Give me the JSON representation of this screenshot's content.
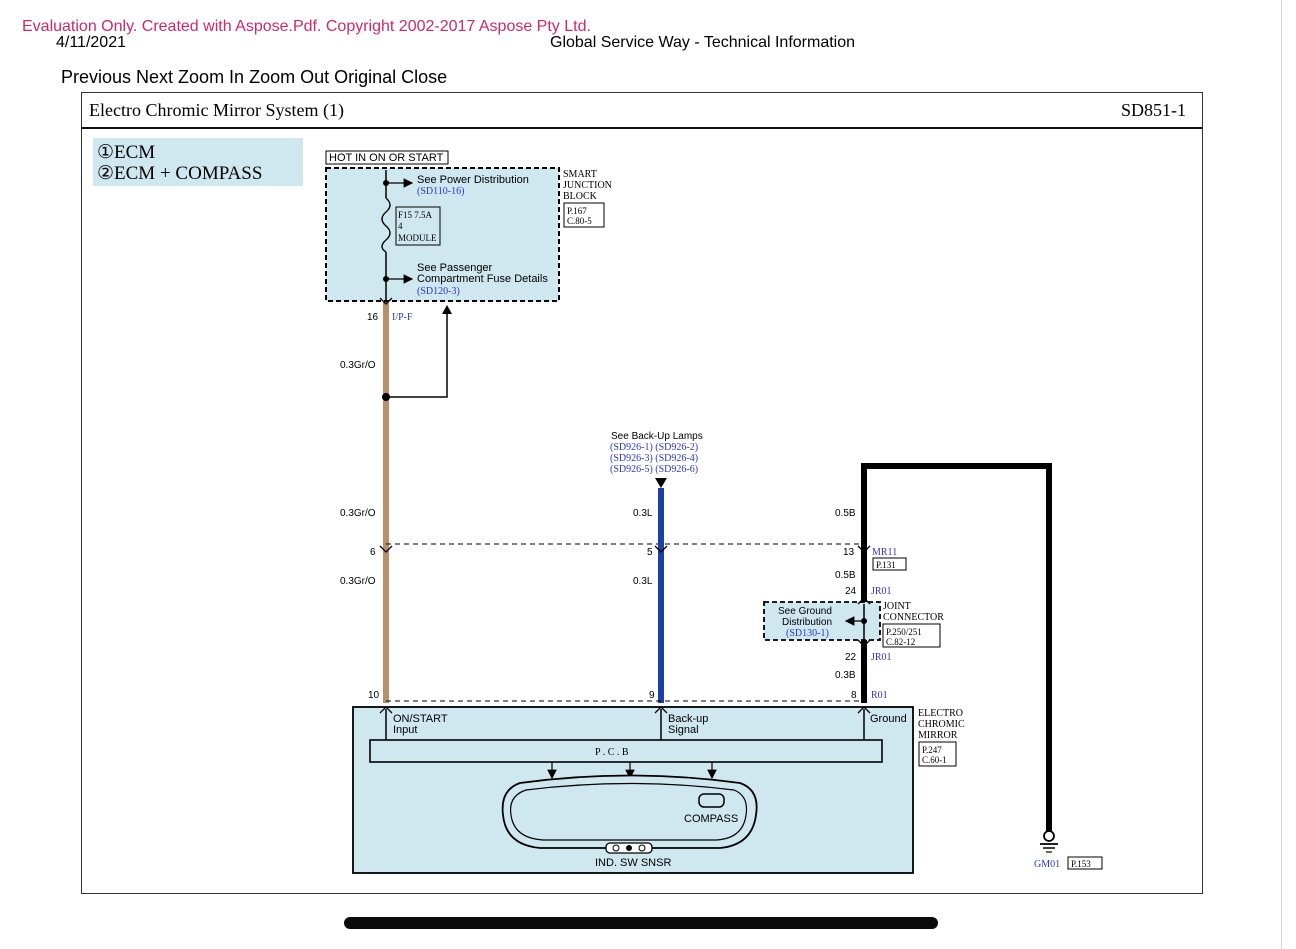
{
  "page": {
    "watermark": "Evaluation Only. Created with Aspose.Pdf. Copyright 2002-2017 Aspose Pty Ltd.",
    "date": "4/11/2021",
    "title": "Global Service Way - Technical Information"
  },
  "nav": [
    "Previous",
    "Next",
    "Zoom In",
    "Zoom Out",
    "Original",
    "Close"
  ],
  "diagram": {
    "title": "Electro Chromic Mirror System (1)",
    "code": "SD851-1",
    "legend": [
      "①ECM",
      "②ECM + COMPASS"
    ],
    "power_label": "HOT IN ON OR START",
    "smart_junction": {
      "name": [
        "SMART",
        "JUNCTION",
        "BLOCK"
      ],
      "refs": [
        "P.167",
        "C.80-5"
      ],
      "see_power": "See Power Distribution",
      "see_power_ref": "(SD110-16)",
      "fuse": [
        "F15 7.5A",
        "4",
        "MODULE"
      ],
      "see_passenger": [
        "See Passenger",
        "Compartment Fuse Details"
      ],
      "see_passenger_ref": "(SD120-3)"
    },
    "pins": {
      "ipf_pin": "16",
      "ipf_conn": "I/P-F",
      "p6": "6",
      "p5": "5",
      "p13": "13",
      "mr11": "MR11",
      "mr11_ref": "P.131",
      "p24": "24",
      "jr01_a": "JR01",
      "p22": "22",
      "jr01_b": "JR01",
      "p10": "10",
      "p9": "9",
      "p8": "8",
      "r01": "R01"
    },
    "wires": {
      "gro_1": "0.3Gr/O",
      "gro_2": "0.3Gr/O",
      "gro_3": "0.3Gr/O",
      "l_1": "0.3L",
      "l_2": "0.3L",
      "b_1": "0.5B",
      "b_2": "0.5B",
      "b_3": "0.3B"
    },
    "backup": {
      "label": "See Back-Up Lamps",
      "refs_1": "(SD926-1)  (SD926-2)",
      "refs_2": "(SD926-3)  (SD926-4)",
      "refs_3": "(SD926-5)  (SD926-6)"
    },
    "joint": {
      "see_ground": [
        "See Ground",
        "Distribution"
      ],
      "see_ground_ref": "(SD130-1)",
      "name": [
        "JOINT",
        "CONNECTOR"
      ],
      "refs": [
        "P.250/251",
        "C.82-12"
      ]
    },
    "mirror": {
      "inputs": [
        [
          "ON/START",
          "Input"
        ],
        [
          "Back-up",
          "Signal"
        ],
        [
          "Ground"
        ]
      ],
      "pcb": "P  .  C  .  B",
      "compass": "COMPASS",
      "buttons": "IND.  SW  SNSR",
      "name": [
        "ELECTRO",
        "CHROMIC",
        "MIRROR"
      ],
      "refs": [
        "P.247",
        "C.60-1"
      ]
    },
    "ground": {
      "label": "GM01",
      "ref": "P.153"
    }
  },
  "colors": {
    "watermark": "#d0286b",
    "panel_fill": "#cfe7ef",
    "wire_gr_o": "#b8906a",
    "wire_l": "#1f3fa8",
    "wire_b": "#000000",
    "ref_text": "#2b36c9"
  }
}
